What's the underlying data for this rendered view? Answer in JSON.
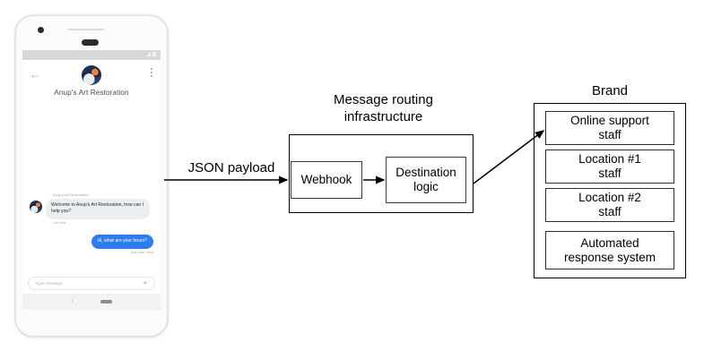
{
  "phone": {
    "status_bar": {
      "signal_icon": "signal-icon",
      "battery_icon": "battery-icon"
    },
    "header": {
      "back_icon": "back-arrow-icon",
      "overflow_icon": "overflow-menu-icon",
      "avatar_icon": "brand-avatar",
      "title": "Anup's Art Restoration"
    },
    "chat": {
      "incoming": {
        "sender": "Anup's Art Restoration",
        "text": "Welcome to Anup's Art Restoration, how can I help you?",
        "meta": "Just Now"
      },
      "outgoing": {
        "text": "Hi, what are your hours?",
        "meta": "Just Now • Sent"
      }
    },
    "composer": {
      "placeholder": "Type message",
      "send_icon": "send-icon"
    },
    "nav": {
      "back_icon": "nav-back-icon",
      "home_icon": "nav-home-icon"
    }
  },
  "diagram": {
    "payload_label": "JSON payload",
    "routing": {
      "title": "Message routing\ninfrastructure",
      "webhook": "Webhook",
      "destination": "Destination\nlogic"
    },
    "brand": {
      "title": "Brand",
      "recipients": [
        "Online support\nstaff",
        "Location #1\nstaff",
        "Location #2\nstaff",
        "Automated\nresponse system"
      ]
    }
  },
  "colors": {
    "outgoing_bubble": "#2d7cf0",
    "incoming_bubble": "#eceff1",
    "stroke": "#000000",
    "background": "#ffffff"
  }
}
